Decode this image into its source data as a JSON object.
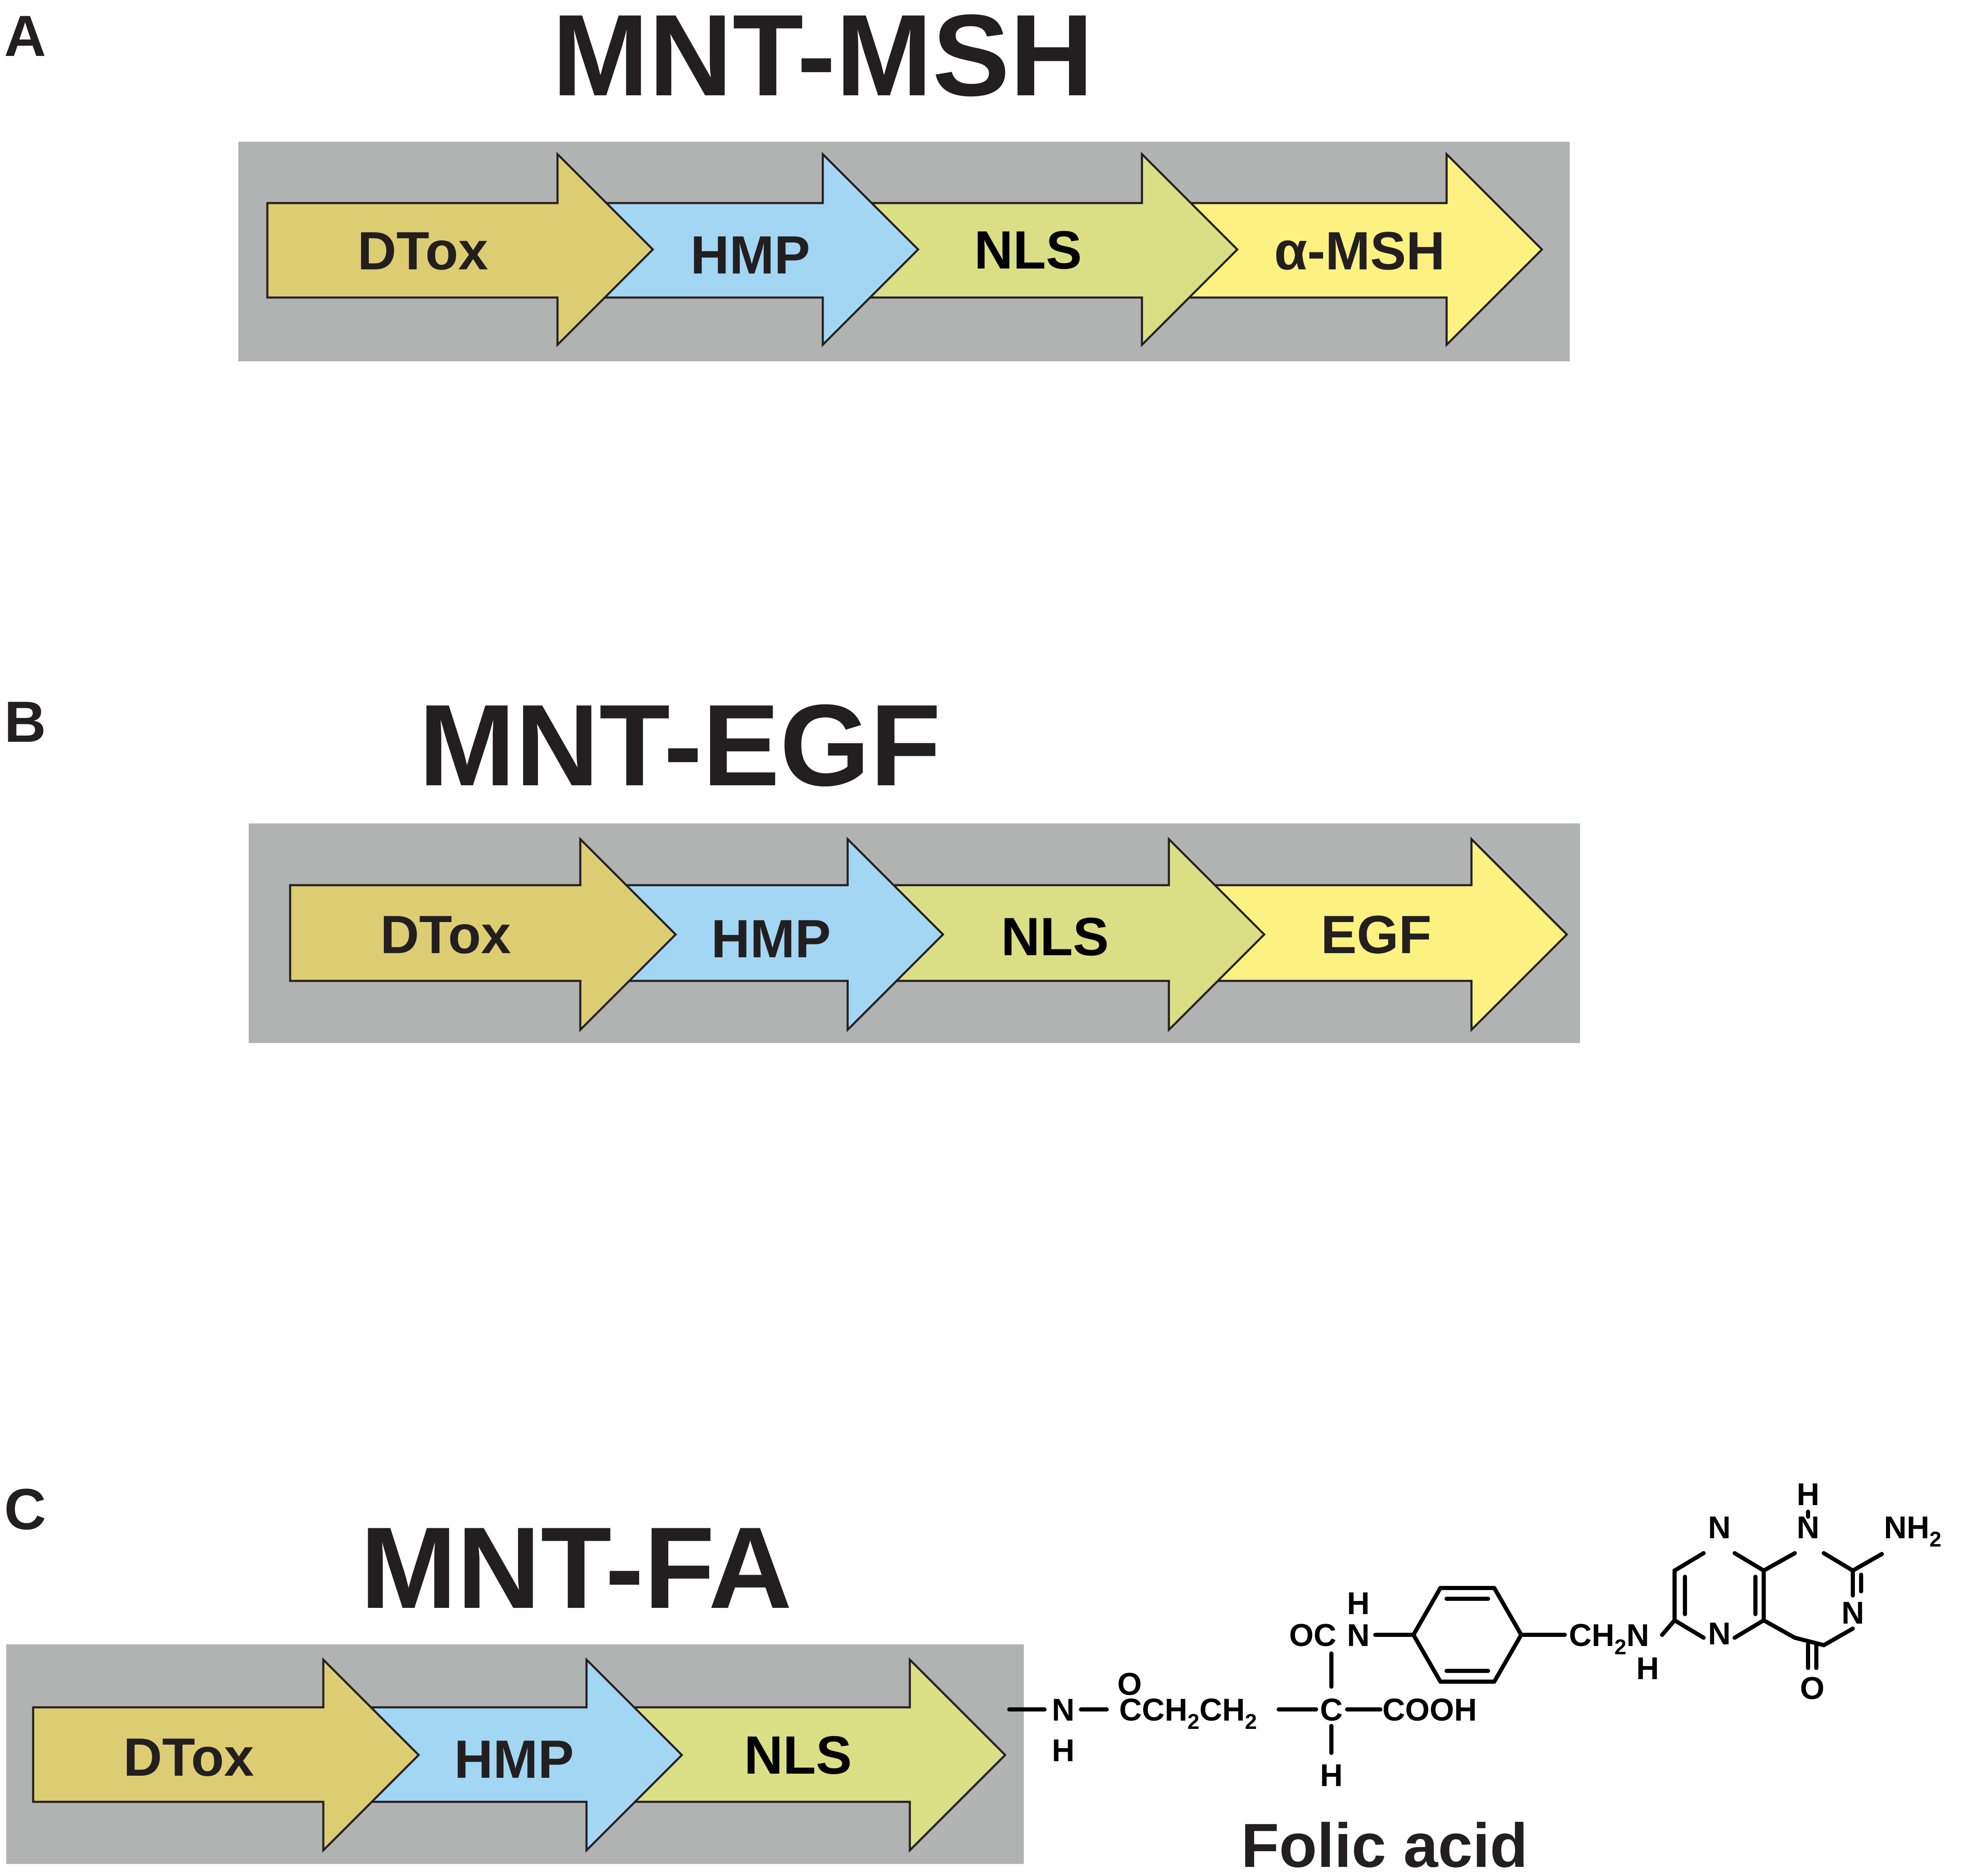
{
  "colors": {
    "panel_bg": "#b1b3b2",
    "dtox": "#dccd72",
    "hmp": "#a2d6f3",
    "nls": "#dadf85",
    "ligand": "#fdf181",
    "text": "#231f20"
  },
  "panels": [
    {
      "letter": "A",
      "title": "MNT-MSH",
      "segments": [
        "DTox",
        "HMP",
        "NLS",
        "α-MSH"
      ]
    },
    {
      "letter": "B",
      "title": "MNT-EGF",
      "segments": [
        "DTox",
        "HMP",
        "NLS",
        "EGF"
      ]
    },
    {
      "letter": "C",
      "title": "MNT-FA",
      "segments": [
        "DTox",
        "HMP",
        "NLS"
      ]
    }
  ],
  "folic_acid": {
    "name": "Folic acid",
    "labels": {
      "n_amide": "N",
      "h_amide": "H",
      "o_carbonyl": "O",
      "chain": "CCH",
      "sub2": "2",
      "ch2": "CH",
      "c_alpha": "C",
      "h_alpha": "H",
      "cooh": "COOH",
      "oc": "OC",
      "n_benz": "N",
      "h_benz": "H",
      "ch2n": "CH",
      "n_link": "N",
      "h_link": "H",
      "ring_n1": "N",
      "ring_n4": "N",
      "ring_n_h": "N",
      "ring_h_top": "H",
      "ring_n3": "N",
      "nh2": "NH",
      "o_ketone": "O"
    }
  }
}
